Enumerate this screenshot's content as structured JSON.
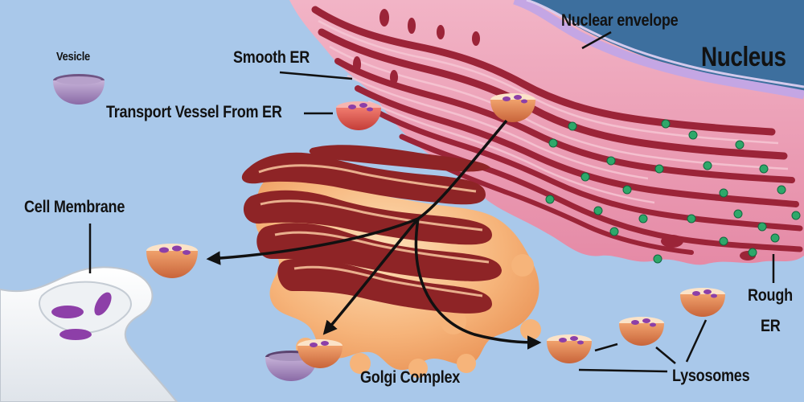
{
  "diagram": {
    "labels": {
      "vesicle": "Vesicle",
      "smooth_er": "Smooth ER",
      "transport_vessel": "Transport Vessel From ER",
      "cell_membrane": "Cell Membrane",
      "nuclear_envelope": "Nuclear envelope",
      "nucleus": "Nucleus",
      "rough_er_line1": "Rough",
      "rough_er_line2": "ER",
      "golgi_complex": "Golgi Complex",
      "lysosomes": "Lysosomes"
    },
    "colors": {
      "background": "#a9c8ea",
      "er_pink": "#eb9bb4",
      "er_dark": "#9b2438",
      "nucleus_blue": "#3d6f9e",
      "envelope_lilac": "#c4a6e4",
      "golgi_orange": "#f3ad72",
      "golgi_cisternae": "#8e2426",
      "ribosome_green": "#2ea86a",
      "vesicle_purple": "#9f86b6",
      "lysosome_orange": "#e28d5a",
      "enzyme_purple": "#8c3fa8",
      "arrow": "#111111"
    }
  }
}
